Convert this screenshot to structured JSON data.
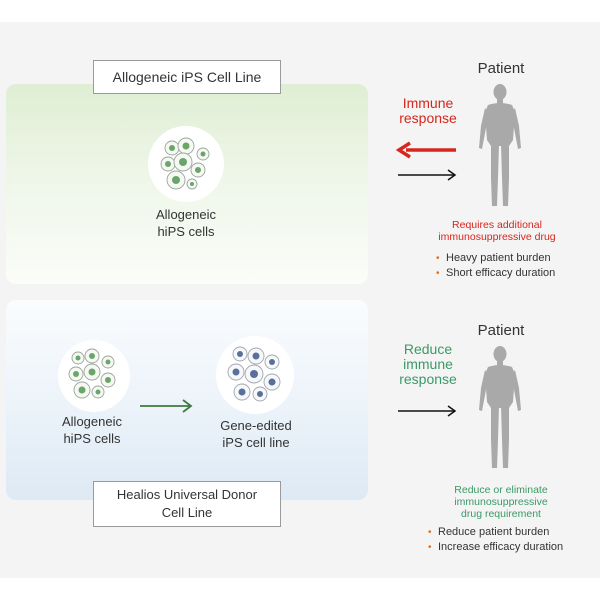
{
  "top_section": {
    "title": "Allogeneic iPS Cell Line",
    "cells_caption": "Allogeneic\nhiPS cells",
    "response_label": "Immune\nresponse",
    "patient_label": "Patient",
    "note": "Requires additional\nimmunosuppressive drug",
    "bullets": [
      "Heavy patient burden",
      "Short efficacy duration"
    ]
  },
  "bottom_section": {
    "title": "Healios Universal Donor\nCell Line",
    "source_caption": "Allogeneic\nhiPS cells",
    "edited_caption": "Gene-edited\niPS cell line",
    "response_label": "Reduce\nimmune\nresponse",
    "patient_label": "Patient",
    "note": "Reduce or eliminate\nimmunosuppressive\ndrug requirement",
    "bullets": [
      "Reduce patient burden",
      "Increase efficacy duration"
    ]
  },
  "colors": {
    "immune_red": "#d7261e",
    "reduce_green": "#3a9a66",
    "bullet_orange": "#e07020",
    "cell_green": "#6aa56a",
    "cell_blue": "#5a6f9c",
    "arrow_green": "#3f7a3f",
    "body_gray": "#a9a9a9"
  },
  "icons": {
    "cells": "cell-cluster-icon",
    "patient": "human-body-icon"
  }
}
